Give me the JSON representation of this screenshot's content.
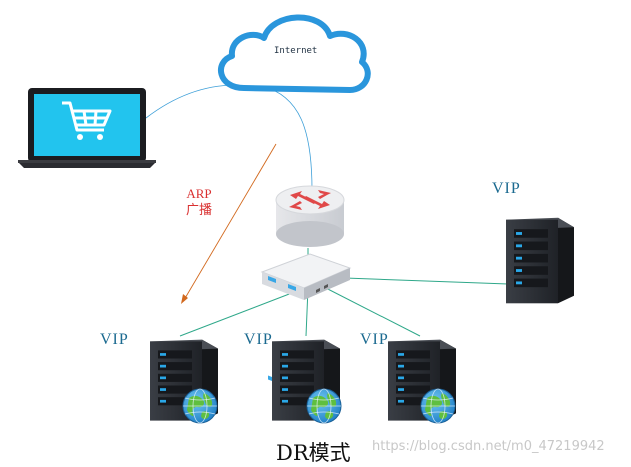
{
  "cloud": {
    "label": "Internet"
  },
  "arrow": {
    "label_line1": "ARP",
    "label_line2": "广播"
  },
  "servers": {
    "top_right_label": "VIP",
    "bottom_labels": [
      "VIP",
      "VIP",
      "VIP"
    ]
  },
  "caption": "DR模式",
  "watermark": "https://blog.csdn.net/m0_47219942",
  "colors": {
    "cloud_stroke": "#2a96dc",
    "laptop_screen": "#22c4ee",
    "router_arrows": "#e04848",
    "connector_lines": "#2fa88a",
    "arp_arrow": "#d2691e",
    "server_body": "#2a2d33",
    "server_led": "#2aa8e8"
  },
  "icons": [
    "cloud-icon",
    "laptop-cart-icon",
    "router-icon",
    "switch-icon",
    "server-icon",
    "globe-icon"
  ]
}
